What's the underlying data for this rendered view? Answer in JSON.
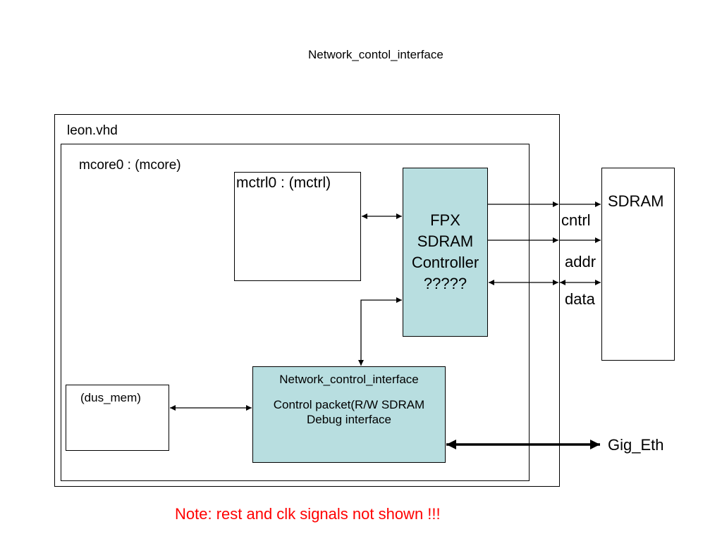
{
  "title": "Network_contol_interface",
  "blocks": {
    "leon": "leon.vhd",
    "mcore": "mcore0 : (mcore)",
    "mctrl": "mctrl0 : (mctrl)",
    "fpx": {
      "line1": "FPX",
      "line2": "SDRAM",
      "line3": "Controller",
      "line4": "?????"
    },
    "sdram": "SDRAM",
    "dus_mem": "(dus_mem)",
    "nci": {
      "title": "Network_control_interface",
      "line1": "Control packet(R/W SDRAM",
      "line2": "Debug interface"
    }
  },
  "signals": {
    "cntrl": "cntrl",
    "addr": "addr",
    "data": "data",
    "gig_eth": "Gig_Eth"
  },
  "note": "Note: rest and clk signals not shown !!!",
  "colors": {
    "block_fill": "#b8dee0",
    "note": "#ff0000"
  }
}
